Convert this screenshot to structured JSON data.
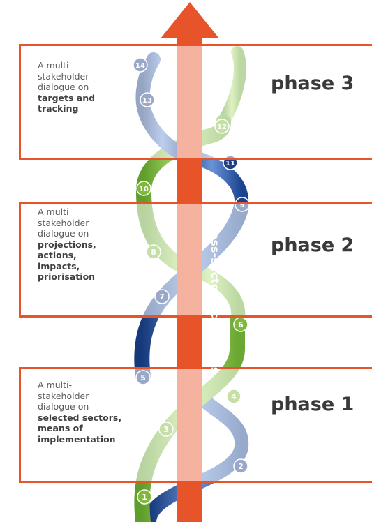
{
  "arrow_label": "Cross-sectoral dialogues",
  "phases": [
    {
      "label": "phase 3",
      "desc_intro": [
        "A multi",
        "stakeholder",
        "dialogue on"
      ],
      "desc_focus": [
        "targets and",
        "tracking"
      ]
    },
    {
      "label": "phase 2",
      "desc_intro": [
        "A multi",
        "stakeholder",
        "dialogue on"
      ],
      "desc_focus": [
        "projections,",
        "actions,",
        "impacts,",
        "priorisation"
      ]
    },
    {
      "label": "phase 1",
      "desc_intro": [
        "A multi-",
        "stakeholder",
        "dialogue on"
      ],
      "desc_focus": [
        "selected sectors,",
        "means of",
        "implementation"
      ]
    }
  ],
  "markers": [
    {
      "number": "1",
      "strand": "green"
    },
    {
      "number": "2",
      "strand": "blue"
    },
    {
      "number": "3",
      "strand": "green"
    },
    {
      "number": "4",
      "strand": "green"
    },
    {
      "number": "5",
      "strand": "blue"
    },
    {
      "number": "6",
      "strand": "green"
    },
    {
      "number": "7",
      "strand": "blue"
    },
    {
      "number": "8",
      "strand": "green"
    },
    {
      "number": "9",
      "strand": "blue"
    },
    {
      "number": "10",
      "strand": "green"
    },
    {
      "number": "11",
      "strand": "blue"
    },
    {
      "number": "12",
      "strand": "green"
    },
    {
      "number": "13",
      "strand": "blue"
    },
    {
      "number": "14",
      "strand": "blue"
    }
  ],
  "colors": {
    "arrow": "#e8542a",
    "box_border": "#e8542a",
    "green_strand": "#8dc63f",
    "blue_strand": "#1f4e9c",
    "label_text": "#3a3a3a"
  }
}
